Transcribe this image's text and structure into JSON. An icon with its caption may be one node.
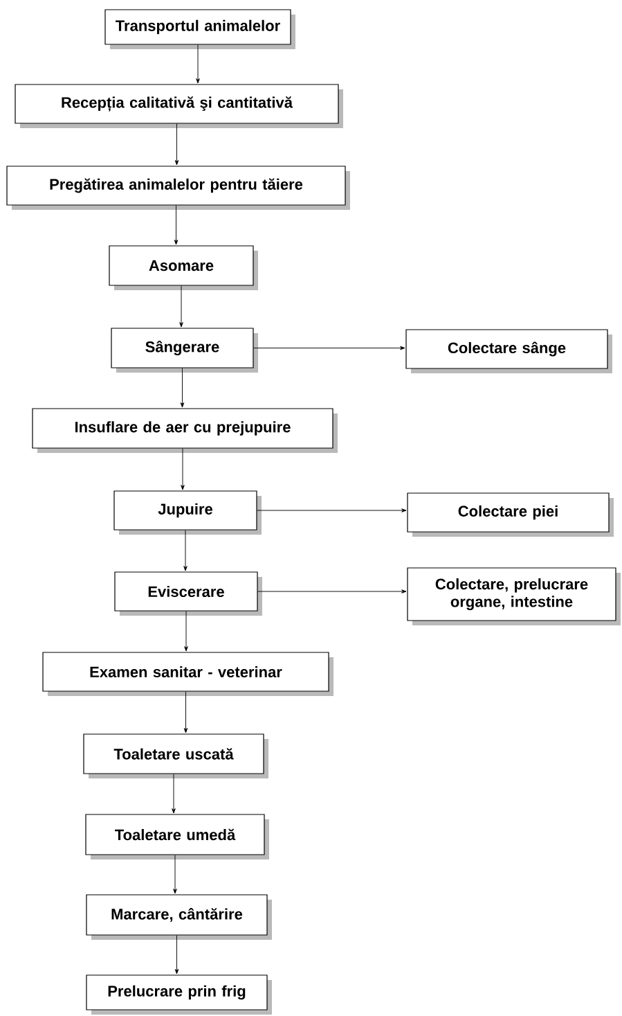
{
  "diagram": {
    "nodes": [
      {
        "text": [
          "Transportul animalelor"
        ]
      },
      {
        "text": [
          "Recepția calitativă şi cantitativă"
        ]
      },
      {
        "text": [
          "Pregătirea animalelor pentru tăiere"
        ]
      },
      {
        "text": [
          "Asomare"
        ]
      },
      {
        "text": [
          "Sângerare"
        ]
      },
      {
        "text": [
          "Colectare sânge"
        ]
      },
      {
        "text": [
          "Insuflare de aer cu prejupuire"
        ]
      },
      {
        "text": [
          "Jupuire"
        ]
      },
      {
        "text": [
          "Colectare piei"
        ]
      },
      {
        "text": [
          "Eviscerare"
        ]
      },
      {
        "text": [
          "Colectare, prelucrare organe, intestine"
        ]
      },
      {
        "text": [
          "Examen sanitar - veterinar"
        ]
      },
      {
        "text": [
          "Toaletare uscată"
        ]
      },
      {
        "text": [
          "Toaletare umedă"
        ]
      },
      {
        "text": [
          "Marcare, cântărire"
        ]
      },
      {
        "text": [
          "Prelucrare prin frig"
        ]
      }
    ],
    "edges": [
      {
        "from": 0,
        "to": 1,
        "arrow": "to"
      },
      {
        "from": 1,
        "to": 2,
        "arrow": "to"
      },
      {
        "from": 2,
        "to": 3,
        "arrow": "to"
      },
      {
        "from": 3,
        "to": 4,
        "arrow": "to"
      },
      {
        "from": 4,
        "to": 5,
        "arrow": "to"
      },
      {
        "from": 4,
        "to": 6,
        "arrow": "to"
      },
      {
        "from": 6,
        "to": 7,
        "arrow": "to"
      },
      {
        "from": 7,
        "to": 8,
        "arrow": "to"
      },
      {
        "from": 7,
        "to": 9,
        "arrow": "to"
      },
      {
        "from": 9,
        "to": 10,
        "arrow": "to"
      },
      {
        "from": 9,
        "to": 11,
        "arrow": "to"
      },
      {
        "from": 11,
        "to": 12,
        "arrow": "to"
      },
      {
        "from": 12,
        "to": 13,
        "arrow": "to"
      },
      {
        "from": 13,
        "to": 14,
        "arrow": "to"
      },
      {
        "from": 14,
        "to": 15,
        "arrow": "to"
      }
    ]
  }
}
